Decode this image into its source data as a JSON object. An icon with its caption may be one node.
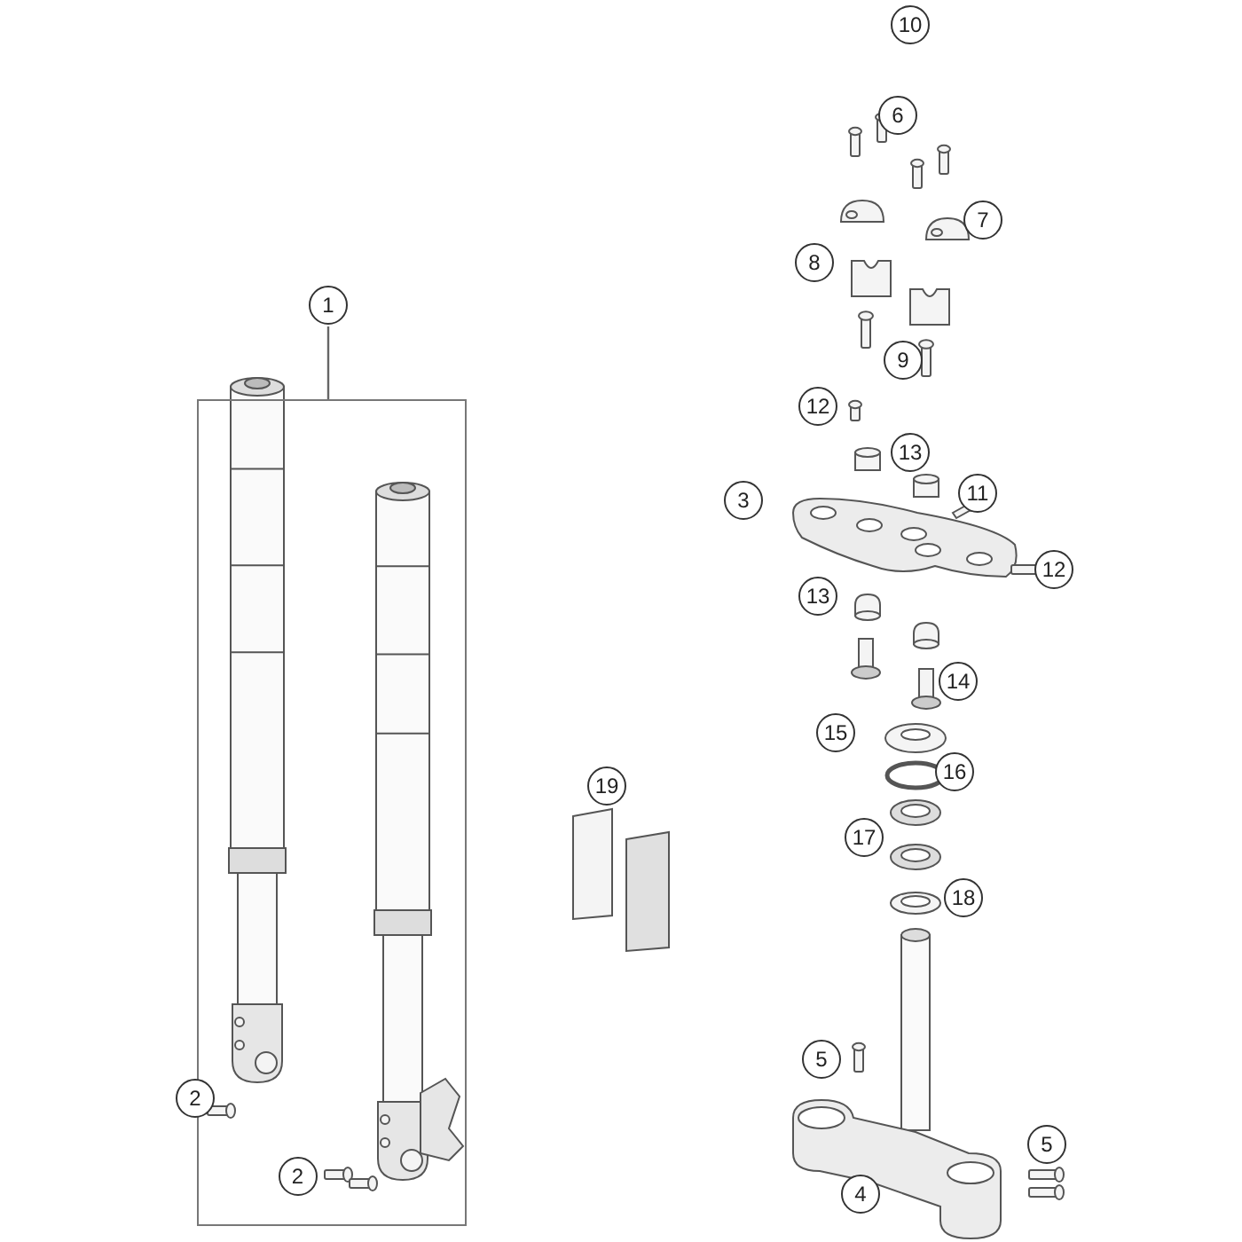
{
  "diagram": {
    "nodes": [
      {
        "text": [
          "1"
        ]
      },
      {
        "text": [],
        "shape": "box"
      },
      {
        "text": [
          "10"
        ]
      },
      {
        "text": [
          "6"
        ]
      },
      {
        "text": [
          "7"
        ]
      },
      {
        "text": [
          "8"
        ]
      },
      {
        "text": [
          "9"
        ]
      },
      {
        "text": [
          "12"
        ]
      },
      {
        "text": [
          "13"
        ]
      },
      {
        "text": [
          "3"
        ]
      },
      {
        "text": [
          "11"
        ]
      },
      {
        "text": [
          "12"
        ]
      },
      {
        "text": [
          "13"
        ]
      },
      {
        "text": [
          "14"
        ]
      },
      {
        "text": [
          "15"
        ]
      },
      {
        "text": [
          "16"
        ]
      },
      {
        "text": [
          "19"
        ]
      },
      {
        "text": [
          "17"
        ]
      },
      {
        "text": [
          "18"
        ]
      },
      {
        "text": [
          "5"
        ]
      },
      {
        "text": [
          "2"
        ]
      },
      {
        "text": [
          "5"
        ]
      },
      {
        "text": [
          "2"
        ],
        "in": 1
      },
      {
        "text": [
          "4"
        ]
      }
    ],
    "edges": [
      {
        "from": 0,
        "to": 1,
        "arrow": "none"
      }
    ]
  }
}
